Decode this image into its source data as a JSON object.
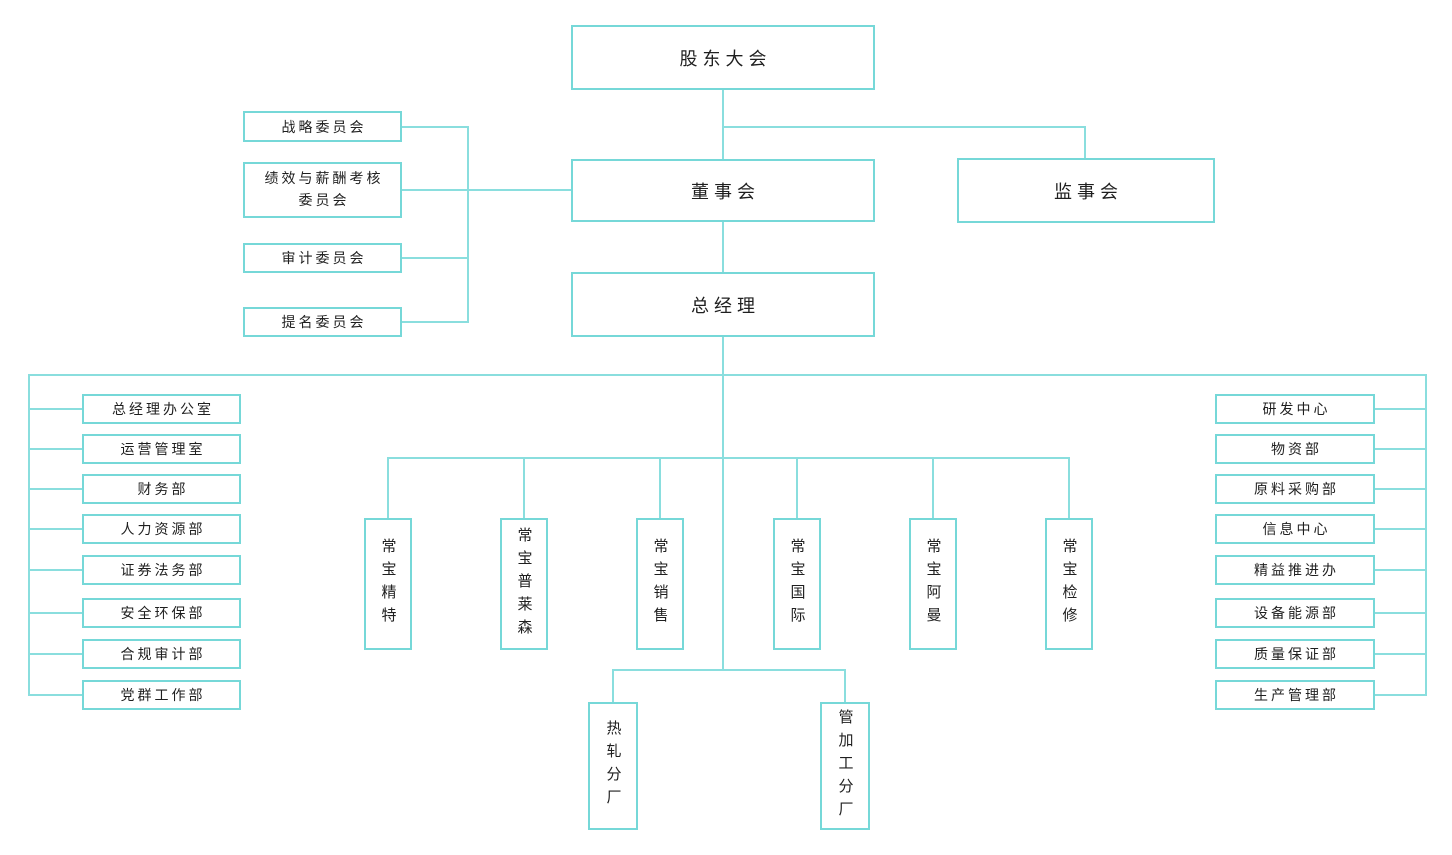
{
  "diagram": {
    "top_nodes": {
      "shareholders": "股东大会",
      "board": "董事会",
      "supervisory": "监事会",
      "general_manager": "总经理"
    },
    "board_committees": [
      "战略委员会",
      "绩效与薪酬考核\n委员会",
      "审计委员会",
      "提名委员会"
    ],
    "left_departments": [
      "总经理办公室",
      "运营管理室",
      "财务部",
      "人力资源部",
      "证券法务部",
      "安全环保部",
      "合规审计部",
      "党群工作部"
    ],
    "right_departments": [
      "研发中心",
      "物资部",
      "原料采购部",
      "信息中心",
      "精益推进办",
      "设备能源部",
      "质量保证部",
      "生产管理部"
    ],
    "subsidiaries": [
      "常宝精特",
      "常宝普莱森",
      "常宝销售",
      "常宝国际",
      "常宝阿曼",
      "常宝检修"
    ],
    "factories": [
      "热轧分厂",
      "管加工分厂"
    ],
    "colors": {
      "line": "#8adede",
      "border": "#76d8d8",
      "text": "#1f1f1f",
      "background": "#ffffff"
    }
  }
}
